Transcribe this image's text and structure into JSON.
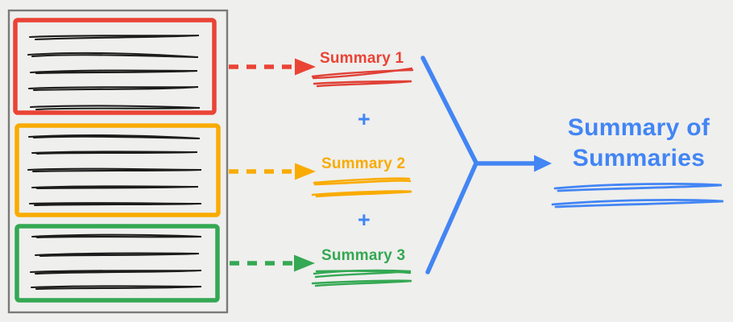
{
  "diagram": {
    "title": "summarization-of-summaries-diagram",
    "source_document": {
      "sections": [
        {
          "name": "section-1",
          "color": "#ea4335",
          "scribble_line_count": 5
        },
        {
          "name": "section-2",
          "color": "#f9ab00",
          "scribble_line_count": 5
        },
        {
          "name": "section-3",
          "color": "#34a853",
          "scribble_line_count": 4
        }
      ],
      "border_color": "#7a7a7a"
    },
    "summaries": [
      {
        "label": "Summary 1",
        "color": "#ea4335"
      },
      {
        "label": "Summary 2",
        "color": "#f9ab00"
      },
      {
        "label": "Summary 3",
        "color": "#34a853"
      }
    ],
    "plus_sign": "+",
    "result": {
      "title_lines": [
        "Summary of",
        "Summaries"
      ],
      "color": "#4285f4"
    },
    "colors": {
      "background": "#efefed",
      "red": "#ea4335",
      "orange": "#f9ab00",
      "green": "#34a853",
      "blue": "#4285f4",
      "ink": "#1c1c1c",
      "document_border": "#7a7a7a"
    }
  }
}
